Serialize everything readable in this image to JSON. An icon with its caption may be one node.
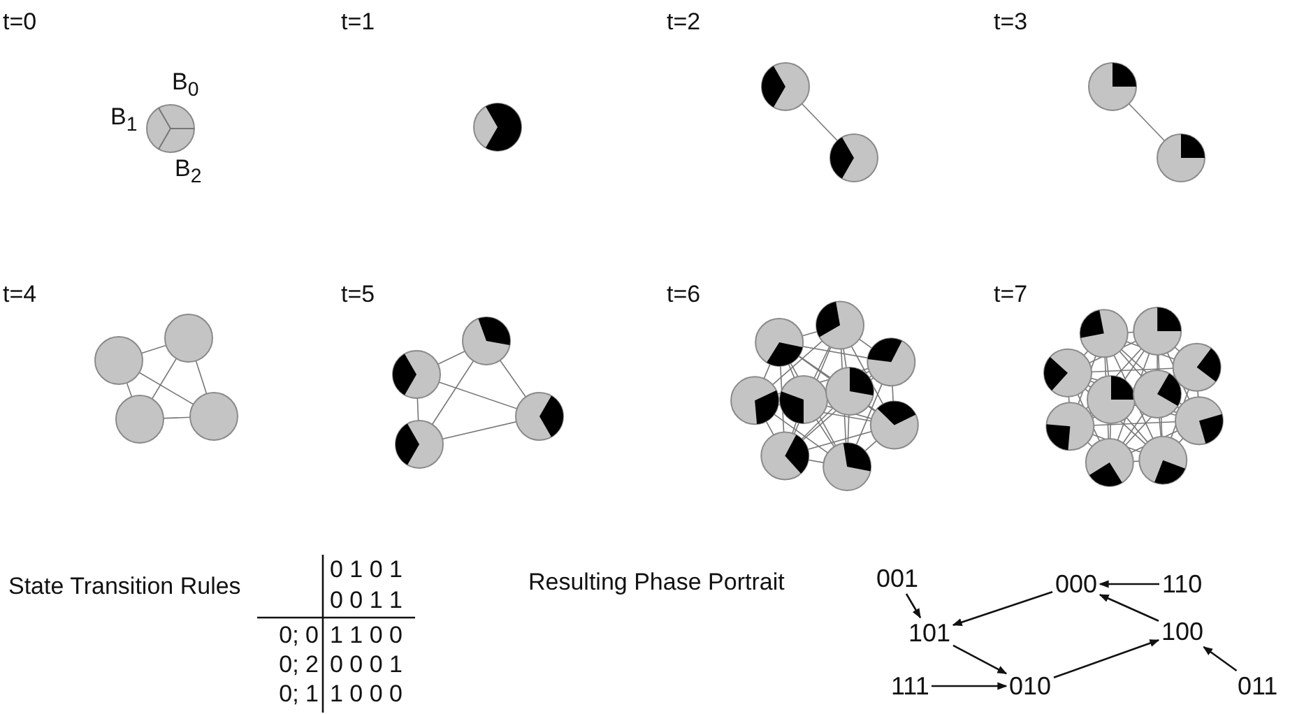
{
  "diagram": {
    "nodes": [
      {
        "text": [
          "001"
        ]
      },
      {
        "text": [
          "000"
        ]
      },
      {
        "text": [
          "110"
        ]
      },
      {
        "text": [
          "101"
        ]
      },
      {
        "text": [
          "100"
        ]
      },
      {
        "text": [
          "111"
        ]
      },
      {
        "text": [
          "010"
        ]
      },
      {
        "text": [
          "011"
        ]
      }
    ],
    "edges": [
      {
        "from": 0,
        "to": 3,
        "arrow": "to"
      },
      {
        "from": 1,
        "to": 3,
        "arrow": "to"
      },
      {
        "from": 2,
        "to": 1,
        "arrow": "to"
      },
      {
        "from": 4,
        "to": 1,
        "arrow": "to"
      },
      {
        "from": 3,
        "to": 6,
        "arrow": "to"
      },
      {
        "from": 5,
        "to": 6,
        "arrow": "to"
      },
      {
        "from": 6,
        "to": 4,
        "arrow": "to"
      },
      {
        "from": 7,
        "to": 4,
        "arrow": "to"
      }
    ],
    "labels": [
      "t=0",
      "B$_{0}$",
      "B$_{1}$",
      "B$_{2}$",
      "t=1",
      "t=2",
      "t=3",
      "t=4",
      "t=5",
      "t=6",
      "t=7",
      "State Transition Rules",
      "0 1 0 1",
      "0 0 1 1",
      "0; 0",
      "1 1 0 0",
      "0; 2",
      "0 0 0 1",
      "0; 1",
      "1 0 0 0",
      "Resulting Phase Portrait"
    ]
  }
}
